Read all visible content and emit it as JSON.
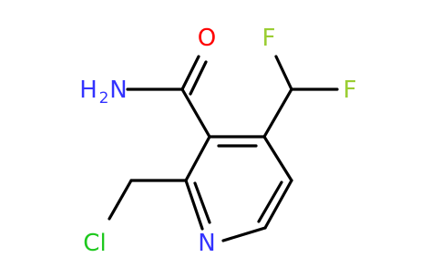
{
  "molecule": {
    "atoms": {
      "nitrogen": "N",
      "oxygen": "O",
      "amide_nitrogen": "N",
      "amide_hydrogen": "H",
      "amide_h_count": "2",
      "fluorine_top": "F",
      "fluorine_right": "F",
      "chlorine": "Cl"
    },
    "colors": {
      "bond": "#000000",
      "nitrogen": "#3333ff",
      "oxygen": "#ff0000",
      "fluorine": "#9acd32",
      "chlorine": "#1ec81e"
    }
  }
}
